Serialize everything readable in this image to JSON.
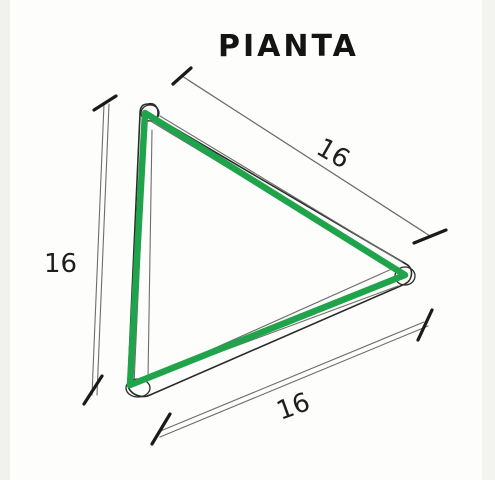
{
  "title": "PIANTA",
  "dimensions": {
    "top_right": "16",
    "left": "16",
    "bottom": "16"
  },
  "colors": {
    "outline": "#1fa44b",
    "pencil": "#2b2b2b",
    "paper": "#fdfdfb"
  }
}
